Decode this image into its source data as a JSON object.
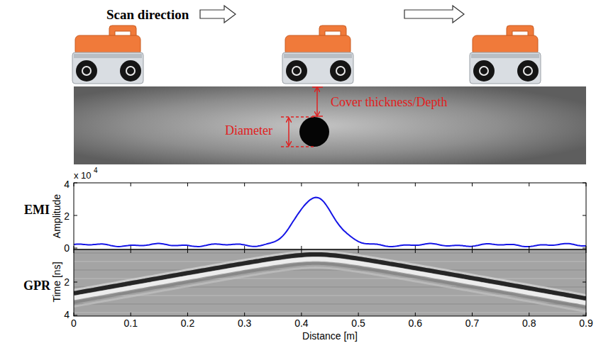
{
  "diagram": {
    "labels": [
      "Scan direction",
      "Cover thickness/Depth",
      "Diameter",
      "EMI",
      "GPR",
      "x 10",
      "4",
      "4",
      "2",
      "0",
      "Amplitude",
      "2",
      "4",
      "Time [ns]",
      "0",
      "0.1",
      "0.2",
      "0.3",
      "0.4",
      "0.5",
      "0.6",
      "0.7",
      "0.8",
      "0.9",
      "Distance [m]"
    ]
  }
}
